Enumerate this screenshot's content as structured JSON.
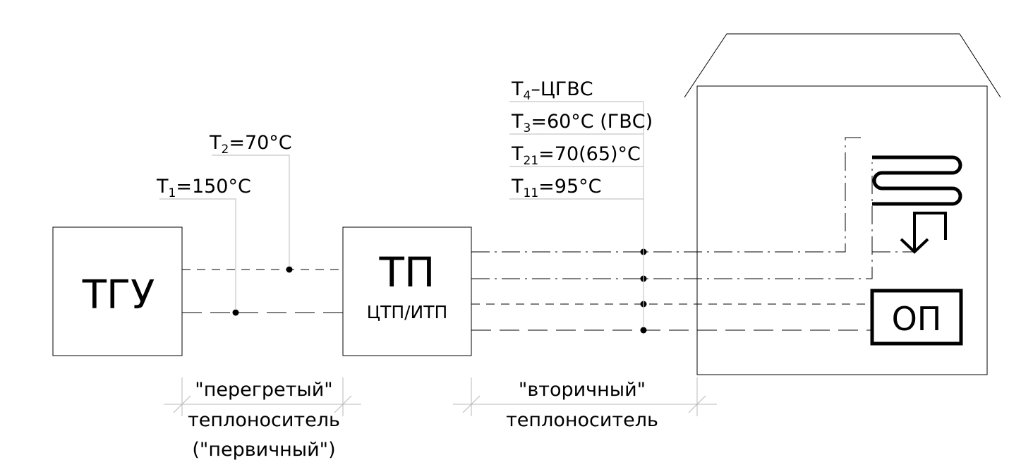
{
  "source_unit": {
    "label": "ТГУ"
  },
  "substation": {
    "title": "ТП",
    "subtitle": "ЦТП/ИТП"
  },
  "consumer_unit": {
    "label": "ОП"
  },
  "primary_temps": {
    "t1": {
      "symbol": "T",
      "sub": "1",
      "value": "=150°C"
    },
    "t2": {
      "symbol": "T",
      "sub": "2",
      "value": "=70°C"
    }
  },
  "secondary_temps": {
    "t4": {
      "symbol": "T",
      "sub": "4",
      "value": "–ЦГВС"
    },
    "t3": {
      "symbol": "T",
      "sub": "3",
      "value": "=60°C (ГВС)"
    },
    "t21": {
      "symbol": "T",
      "sub": "21",
      "value": "=70(65)°C"
    },
    "t11": {
      "symbol": "T",
      "sub": "11",
      "value": "=95°C"
    }
  },
  "primary_caption": {
    "line1": "\"перегретый\"",
    "line2": "теплоноситель",
    "line3": "(\"первичный\")"
  },
  "secondary_caption": {
    "line1": "\"вторичный\"",
    "line2": "теплоноситель"
  }
}
